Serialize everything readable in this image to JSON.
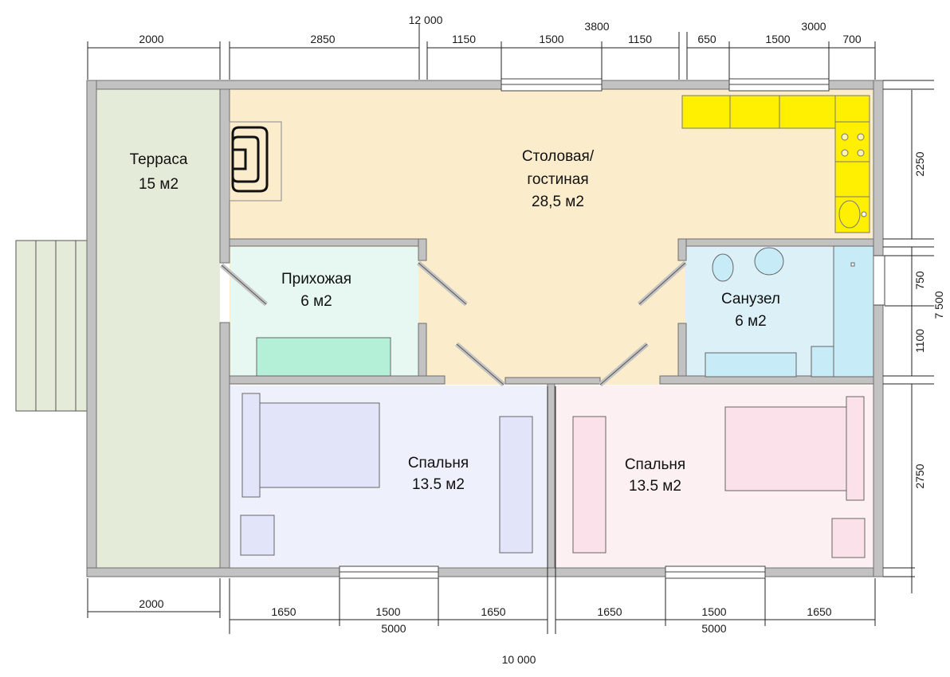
{
  "rooms": {
    "terrace": {
      "name": "Терраса",
      "area": "15 м2",
      "color": "#e4ecd9"
    },
    "living": {
      "name_line1": "Столовая/",
      "name_line2": "гостиная",
      "area": "28,5 м2",
      "color": "#fbeccb"
    },
    "hallway": {
      "name": "Прихожая",
      "area": "6 м2",
      "color": "#e6f8f1"
    },
    "bathroom": {
      "name": "Санузел",
      "area": "6 м2",
      "color": "#dcf0f8"
    },
    "bedroom_left": {
      "name": "Спальня",
      "area": "13.5 м2",
      "color": "#eef1fb"
    },
    "bedroom_right": {
      "name": "Спальня",
      "area": "13.5 м2",
      "color": "#fcf0f3"
    }
  },
  "dimensions": {
    "top": {
      "total": "12 000",
      "terrace": "2000",
      "seg_2850": "2850",
      "seg_1150_a": "1150",
      "window_1500_a": "1500",
      "seg_1150_b": "1150",
      "group_3800": "3800",
      "seg_650": "650",
      "window_1500_b": "1500",
      "seg_700": "700",
      "group_3000": "3000"
    },
    "right": {
      "total": "7 500",
      "seg_2250": "2250",
      "seg_750": "750",
      "seg_1100": "1100",
      "seg_2750": "2750"
    },
    "bottom": {
      "terrace": "2000",
      "l_1650_a": "1650",
      "l_1500": "1500",
      "l_1650_b": "1650",
      "left_total": "5000",
      "r_1650_a": "1650",
      "r_1500": "1500",
      "r_1650_b": "1650",
      "right_total": "5000",
      "total": "10 000"
    }
  },
  "colors": {
    "wall": "#c2c2c2",
    "wall_edge": "#6e6e6e",
    "kitchen": "#ffef00",
    "bath_fixture": "#c8ecf7",
    "bed_left": "#e2e5fa",
    "bed_right": "#fbe2ea",
    "hall_bench": "#b4f0d7",
    "line": "#222222"
  }
}
